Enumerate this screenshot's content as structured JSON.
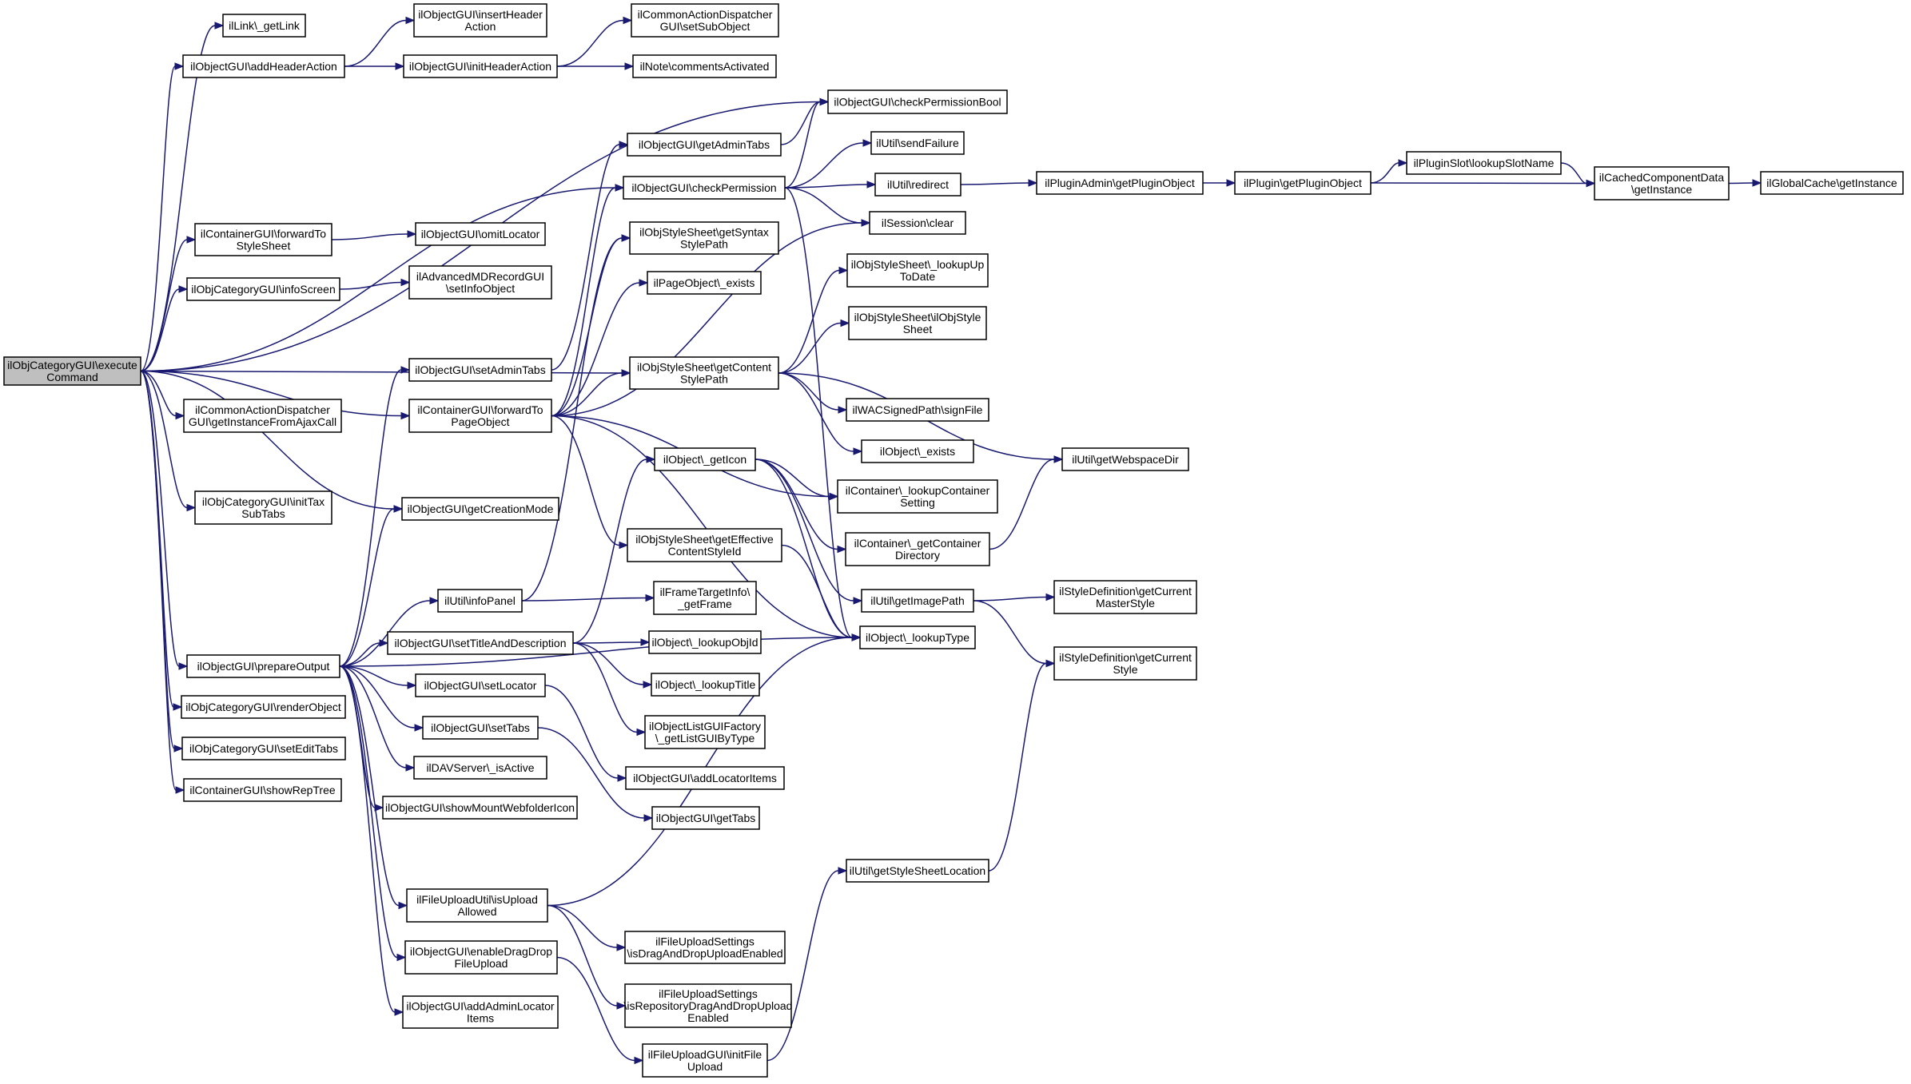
{
  "diagram": {
    "type": "call-graph",
    "root": "execute",
    "nodes": [
      {
        "id": "execute",
        "lines": [
          "ilObjCategoryGUI\\execute",
          "Command"
        ],
        "root": true
      },
      {
        "id": "getLink",
        "lines": [
          "ilLink\\_getLink"
        ]
      },
      {
        "id": "addHeaderAction",
        "lines": [
          "ilObjectGUI\\addHeaderAction"
        ]
      },
      {
        "id": "insertHeaderAction",
        "lines": [
          "ilObjectGUI\\insertHeader",
          "Action"
        ]
      },
      {
        "id": "initHeaderAction",
        "lines": [
          "ilObjectGUI\\initHeaderAction"
        ]
      },
      {
        "id": "setSubObject",
        "lines": [
          "ilCommonActionDispatcher",
          "GUI\\setSubObject"
        ]
      },
      {
        "id": "commentsActivated",
        "lines": [
          "ilNote\\commentsActivated"
        ]
      },
      {
        "id": "checkPermissionBool",
        "lines": [
          "ilObjectGUI\\checkPermissionBool"
        ]
      },
      {
        "id": "getAdminTabs",
        "lines": [
          "ilObjectGUI\\getAdminTabs"
        ]
      },
      {
        "id": "sendFailure",
        "lines": [
          "ilUtil\\sendFailure"
        ]
      },
      {
        "id": "checkPermission",
        "lines": [
          "ilObjectGUI\\checkPermission"
        ]
      },
      {
        "id": "redirect",
        "lines": [
          "ilUtil\\redirect"
        ]
      },
      {
        "id": "getPluginObjectAdmin",
        "lines": [
          "ilPluginAdmin\\getPluginObject"
        ]
      },
      {
        "id": "getPluginObject",
        "lines": [
          "ilPlugin\\getPluginObject"
        ]
      },
      {
        "id": "lookupSlotName",
        "lines": [
          "ilPluginSlot\\lookupSlotName"
        ]
      },
      {
        "id": "cachedGetInstance",
        "lines": [
          "ilCachedComponentData",
          "\\getInstance"
        ]
      },
      {
        "id": "globalCache",
        "lines": [
          "ilGlobalCache\\getInstance"
        ]
      },
      {
        "id": "sessionClear",
        "lines": [
          "ilSession\\clear"
        ]
      },
      {
        "id": "forwardToStyleSheet",
        "lines": [
          "ilContainerGUI\\forwardTo",
          "StyleSheet"
        ]
      },
      {
        "id": "omitLocator",
        "lines": [
          "ilObjectGUI\\omitLocator"
        ]
      },
      {
        "id": "getSyntaxStylePath",
        "lines": [
          "ilObjStyleSheet\\getSyntax",
          "StylePath"
        ]
      },
      {
        "id": "infoScreen",
        "lines": [
          "ilObjCategoryGUI\\infoScreen"
        ]
      },
      {
        "id": "setInfoObject",
        "lines": [
          "ilAdvancedMDRecordGUI",
          "\\setInfoObject"
        ]
      },
      {
        "id": "pageExists",
        "lines": [
          "ilPageObject\\_exists"
        ]
      },
      {
        "id": "lookupUpToDate",
        "lines": [
          "ilObjStyleSheet\\_lookupUp",
          "ToDate"
        ]
      },
      {
        "id": "ilObjStyleSheet",
        "lines": [
          "ilObjStyleSheet\\ilObjStyle",
          "Sheet"
        ]
      },
      {
        "id": "setAdminTabs",
        "lines": [
          "ilObjectGUI\\setAdminTabs"
        ]
      },
      {
        "id": "getContentStylePath",
        "lines": [
          "ilObjStyleSheet\\getContent",
          "StylePath"
        ]
      },
      {
        "id": "getInstanceFromAjax",
        "lines": [
          "ilCommonActionDispatcher",
          "GUI\\getInstanceFromAjaxCall"
        ]
      },
      {
        "id": "forwardToPageObject",
        "lines": [
          "ilContainerGUI\\forwardTo",
          "PageObject"
        ]
      },
      {
        "id": "signFile",
        "lines": [
          "ilWACSignedPath\\signFile"
        ]
      },
      {
        "id": "objectExists",
        "lines": [
          "ilObject\\_exists"
        ]
      },
      {
        "id": "getIcon",
        "lines": [
          "ilObject\\_getIcon"
        ]
      },
      {
        "id": "getWebspaceDir",
        "lines": [
          "ilUtil\\getWebspaceDir"
        ]
      },
      {
        "id": "lookupContainerSetting",
        "lines": [
          "ilContainer\\_lookupContainer",
          "Setting"
        ]
      },
      {
        "id": "initTaxSubTabs",
        "lines": [
          "ilObjCategoryGUI\\initTax",
          "SubTabs"
        ]
      },
      {
        "id": "getCreationMode",
        "lines": [
          "ilObjectGUI\\getCreationMode"
        ]
      },
      {
        "id": "getEffectiveContentStyleId",
        "lines": [
          "ilObjStyleSheet\\getEffective",
          "ContentStyleId"
        ]
      },
      {
        "id": "getContainerDirectory",
        "lines": [
          "ilContainer\\_getContainer",
          "Directory"
        ]
      },
      {
        "id": "infoPanel",
        "lines": [
          "ilUtil\\infoPanel"
        ]
      },
      {
        "id": "getFrame",
        "lines": [
          "ilFrameTargetInfo\\",
          "_getFrame"
        ]
      },
      {
        "id": "getImagePath",
        "lines": [
          "ilUtil\\getImagePath"
        ]
      },
      {
        "id": "getCurrentMasterStyle",
        "lines": [
          "ilStyleDefinition\\getCurrent",
          "MasterStyle"
        ]
      },
      {
        "id": "setTitleAndDescription",
        "lines": [
          "ilObjectGUI\\setTitleAndDescription"
        ]
      },
      {
        "id": "lookupObjId",
        "lines": [
          "ilObject\\_lookupObjId"
        ]
      },
      {
        "id": "lookupType",
        "lines": [
          "ilObject\\_lookupType"
        ]
      },
      {
        "id": "getCurrentStyle",
        "lines": [
          "ilStyleDefinition\\getCurrent",
          "Style"
        ]
      },
      {
        "id": "prepareOutput",
        "lines": [
          "ilObjectGUI\\prepareOutput"
        ]
      },
      {
        "id": "setLocator",
        "lines": [
          "ilObjectGUI\\setLocator"
        ]
      },
      {
        "id": "lookupTitle",
        "lines": [
          "ilObject\\_lookupTitle"
        ]
      },
      {
        "id": "renderObject",
        "lines": [
          "ilObjCategoryGUI\\renderObject"
        ]
      },
      {
        "id": "setTabs",
        "lines": [
          "ilObjectGUI\\setTabs"
        ]
      },
      {
        "id": "getListGUIByType",
        "lines": [
          "ilObjectListGUIFactory",
          "\\_getListGUIByType"
        ]
      },
      {
        "id": "setEditTabs",
        "lines": [
          "ilObjCategoryGUI\\setEditTabs"
        ]
      },
      {
        "id": "davIsActive",
        "lines": [
          "ilDAVServer\\_isActive"
        ]
      },
      {
        "id": "addLocatorItems",
        "lines": [
          "ilObjectGUI\\addLocatorItems"
        ]
      },
      {
        "id": "showRepTree",
        "lines": [
          "ilContainerGUI\\showRepTree"
        ]
      },
      {
        "id": "showMountWebfolderIcon",
        "lines": [
          "ilObjectGUI\\showMountWebfolderIcon"
        ]
      },
      {
        "id": "getTabs",
        "lines": [
          "ilObjectGUI\\getTabs"
        ]
      },
      {
        "id": "getStyleSheetLocation",
        "lines": [
          "ilUtil\\getStyleSheetLocation"
        ]
      },
      {
        "id": "isUploadAllowed",
        "lines": [
          "ilFileUploadUtil\\isUpload",
          "Allowed"
        ]
      },
      {
        "id": "isDragAndDropUploadEnabled",
        "lines": [
          "ilFileUploadSettings",
          "\\isDragAndDropUploadEnabled"
        ]
      },
      {
        "id": "enableDragDropFileUpload",
        "lines": [
          "ilObjectGUI\\enableDragDrop",
          "FileUpload"
        ]
      },
      {
        "id": "isRepoDragAndDropUploadEnabled",
        "lines": [
          "ilFileUploadSettings",
          "\\isRepositoryDragAndDropUpload",
          "Enabled"
        ]
      },
      {
        "id": "addAdminLocatorItems",
        "lines": [
          "ilObjectGUI\\addAdminLocator",
          "Items"
        ]
      },
      {
        "id": "initFileUpload",
        "lines": [
          "ilFileUploadGUI\\initFile",
          "Upload"
        ]
      }
    ],
    "edges": [
      [
        "execute",
        "getLink"
      ],
      [
        "execute",
        "addHeaderAction"
      ],
      [
        "execute",
        "checkPermissionBool"
      ],
      [
        "execute",
        "checkPermission"
      ],
      [
        "execute",
        "forwardToStyleSheet"
      ],
      [
        "execute",
        "infoScreen"
      ],
      [
        "execute",
        "getContentStylePath"
      ],
      [
        "execute",
        "getInstanceFromAjax"
      ],
      [
        "execute",
        "forwardToPageObject"
      ],
      [
        "execute",
        "getCreationMode"
      ],
      [
        "execute",
        "initTaxSubTabs"
      ],
      [
        "execute",
        "prepareOutput"
      ],
      [
        "execute",
        "renderObject"
      ],
      [
        "execute",
        "setEditTabs"
      ],
      [
        "execute",
        "showRepTree"
      ],
      [
        "addHeaderAction",
        "insertHeaderAction"
      ],
      [
        "addHeaderAction",
        "initHeaderAction"
      ],
      [
        "initHeaderAction",
        "setSubObject"
      ],
      [
        "initHeaderAction",
        "commentsActivated"
      ],
      [
        "getAdminTabs",
        "checkPermissionBool"
      ],
      [
        "checkPermission",
        "checkPermissionBool"
      ],
      [
        "checkPermission",
        "sendFailure"
      ],
      [
        "checkPermission",
        "redirect"
      ],
      [
        "checkPermission",
        "sessionClear"
      ],
      [
        "checkPermission",
        "lookupType"
      ],
      [
        "redirect",
        "getPluginObjectAdmin"
      ],
      [
        "getPluginObjectAdmin",
        "getPluginObject"
      ],
      [
        "getPluginObject",
        "lookupSlotName"
      ],
      [
        "getPluginObject",
        "cachedGetInstance"
      ],
      [
        "lookupSlotName",
        "cachedGetInstance"
      ],
      [
        "cachedGetInstance",
        "globalCache"
      ],
      [
        "forwardToStyleSheet",
        "omitLocator"
      ],
      [
        "infoScreen",
        "setInfoObject"
      ],
      [
        "setAdminTabs",
        "getAdminTabs"
      ],
      [
        "forwardToPageObject",
        "checkPermission"
      ],
      [
        "forwardToPageObject",
        "getSyntaxStylePath"
      ],
      [
        "forwardToPageObject",
        "pageExists"
      ],
      [
        "forwardToPageObject",
        "getContentStylePath"
      ],
      [
        "forwardToPageObject",
        "sessionClear"
      ],
      [
        "forwardToPageObject",
        "lookupContainerSetting"
      ],
      [
        "forwardToPageObject",
        "getEffectiveContentStyleId"
      ],
      [
        "forwardToPageObject",
        "lookupType"
      ],
      [
        "getContentStylePath",
        "lookupUpToDate"
      ],
      [
        "getContentStylePath",
        "ilObjStyleSheet"
      ],
      [
        "getContentStylePath",
        "signFile"
      ],
      [
        "getContentStylePath",
        "objectExists"
      ],
      [
        "getContentStylePath",
        "getWebspaceDir"
      ],
      [
        "getIcon",
        "lookupContainerSetting"
      ],
      [
        "getIcon",
        "getContainerDirectory"
      ],
      [
        "getIcon",
        "getImagePath"
      ],
      [
        "getIcon",
        "lookupType"
      ],
      [
        "getContainerDirectory",
        "getWebspaceDir"
      ],
      [
        "getEffectiveContentStyleId",
        "lookupType"
      ],
      [
        "infoPanel",
        "getFrame"
      ],
      [
        "infoPanel",
        "getSyntaxStylePath"
      ],
      [
        "getImagePath",
        "getCurrentMasterStyle"
      ],
      [
        "getImagePath",
        "getCurrentStyle"
      ],
      [
        "setTitleAndDescription",
        "getIcon"
      ],
      [
        "setTitleAndDescription",
        "lookupObjId"
      ],
      [
        "setTitleAndDescription",
        "lookupTitle"
      ],
      [
        "setTitleAndDescription",
        "getListGUIByType"
      ],
      [
        "setLocator",
        "addLocatorItems"
      ],
      [
        "setTabs",
        "getTabs"
      ],
      [
        "prepareOutput",
        "setAdminTabs"
      ],
      [
        "prepareOutput",
        "getCreationMode"
      ],
      [
        "prepareOutput",
        "infoPanel"
      ],
      [
        "prepareOutput",
        "setTitleAndDescription"
      ],
      [
        "prepareOutput",
        "setLocator"
      ],
      [
        "prepareOutput",
        "setTabs"
      ],
      [
        "prepareOutput",
        "davIsActive"
      ],
      [
        "prepareOutput",
        "showMountWebfolderIcon"
      ],
      [
        "prepareOutput",
        "lookupType"
      ],
      [
        "prepareOutput",
        "isUploadAllowed"
      ],
      [
        "prepareOutput",
        "enableDragDropFileUpload"
      ],
      [
        "prepareOutput",
        "addAdminLocatorItems"
      ],
      [
        "isUploadAllowed",
        "lookupType"
      ],
      [
        "isUploadAllowed",
        "isDragAndDropUploadEnabled"
      ],
      [
        "isUploadAllowed",
        "isRepoDragAndDropUploadEnabled"
      ],
      [
        "enableDragDropFileUpload",
        "initFileUpload"
      ],
      [
        "initFileUpload",
        "getStyleSheetLocation"
      ],
      [
        "getStyleSheetLocation",
        "getCurrentStyle"
      ]
    ]
  }
}
